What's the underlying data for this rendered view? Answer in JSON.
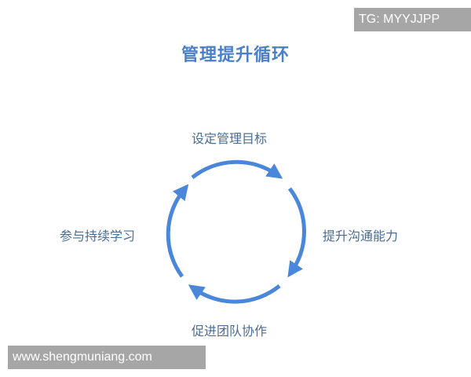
{
  "diagram": {
    "title": "管理提升循环",
    "type": "cycle",
    "direction": "clockwise",
    "accent_color": "#4a7fcb",
    "label_color": "#4a6c95",
    "steps": [
      {
        "position": "top",
        "label": "设定管理目标"
      },
      {
        "position": "right",
        "label": "提升沟通能力"
      },
      {
        "position": "bottom",
        "label": "促进团队协作"
      },
      {
        "position": "left",
        "label": "参与持续学习"
      }
    ]
  },
  "watermarks": {
    "top_right": "TG: MYYJJPP",
    "bottom_left": "www.shengmuniang.com"
  }
}
